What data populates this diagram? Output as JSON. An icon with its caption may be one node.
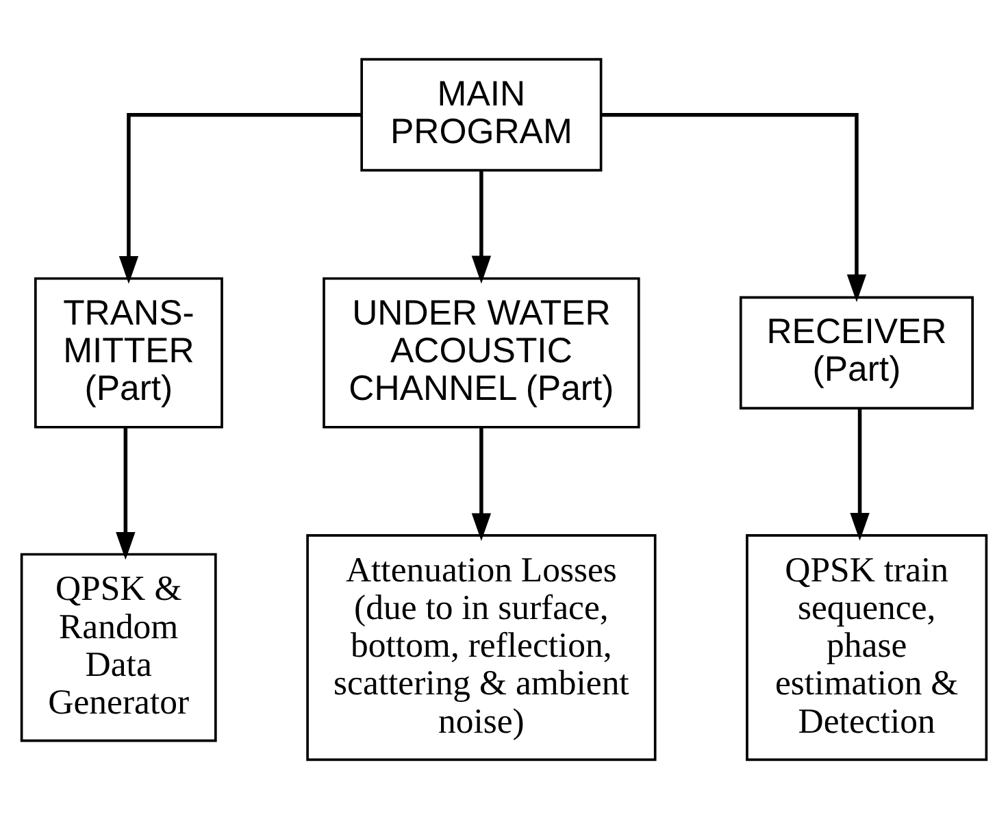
{
  "diagram": {
    "nodes": [
      {
        "text": [
          "MAIN PROGRAM"
        ]
      },
      {
        "text": [
          "TRANS- MITTER (Part)"
        ]
      },
      {
        "text": [
          "UNDER WATER ACOUSTIC CHANNEL (Part)"
        ]
      },
      {
        "text": [
          "RECEIVER (Part)"
        ]
      },
      {
        "text": [
          "QPSK & Random Data Generator"
        ]
      },
      {
        "text": [
          "Attenuation Losses (due to in surface, bottom, reflection, scattering & ambient noise)"
        ]
      },
      {
        "text": [
          "QPSK train sequence, phase estimation & Detection"
        ]
      }
    ],
    "edges": [
      {
        "from": 0,
        "to": 1,
        "arrow": "to"
      },
      {
        "from": 0,
        "to": 2,
        "arrow": "to"
      },
      {
        "from": 0,
        "to": 3,
        "arrow": "to"
      },
      {
        "from": 1,
        "to": 4,
        "arrow": "to"
      },
      {
        "from": 2,
        "to": 5,
        "arrow": "to"
      },
      {
        "from": 3,
        "to": 6,
        "arrow": "to"
      }
    ]
  }
}
